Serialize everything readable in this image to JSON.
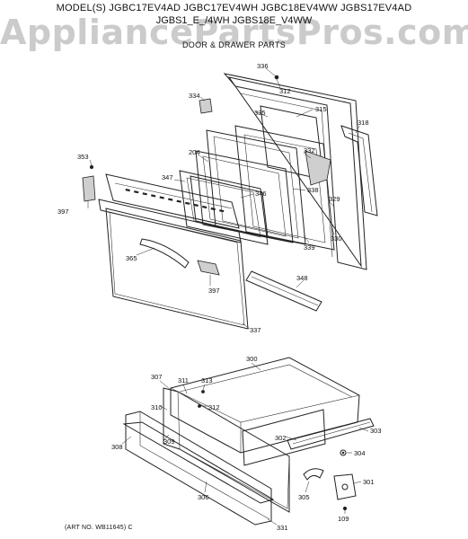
{
  "header": {
    "models_line1": "MODEL(S) JGBC17EV4AD  JGBC17EV4WH  JGBC18EV4WW  JGBS17EV4AD",
    "models_line2": "JGBS1_E_/4WH  JGBS18E_V4WW",
    "section_title": "DOOR & DRAWER PARTS"
  },
  "watermark": "AppliancePartsPros.com",
  "footer": {
    "art_no": "(ART NO. WB11645) C"
  },
  "callouts": {
    "p336": "336",
    "p312a": "312",
    "p334": "334",
    "p335": "335",
    "p315": "315",
    "p318": "318",
    "p332": "332",
    "p353": "353",
    "p204": "204",
    "p338": "338",
    "p329": "329",
    "p347": "347",
    "p346": "346",
    "p397a": "397",
    "p330": "330",
    "p339": "339",
    "p365": "365",
    "p348": "348",
    "p397b": "397",
    "p337": "337",
    "p300": "300",
    "p307": "307",
    "p311": "311",
    "p313": "313",
    "p310": "310",
    "p312b": "312",
    "p303": "303",
    "p308": "308",
    "p309": "309",
    "p302": "302",
    "p304": "304",
    "p301": "301",
    "p305": "305",
    "p306": "306",
    "p109": "109",
    "p331": "331"
  }
}
